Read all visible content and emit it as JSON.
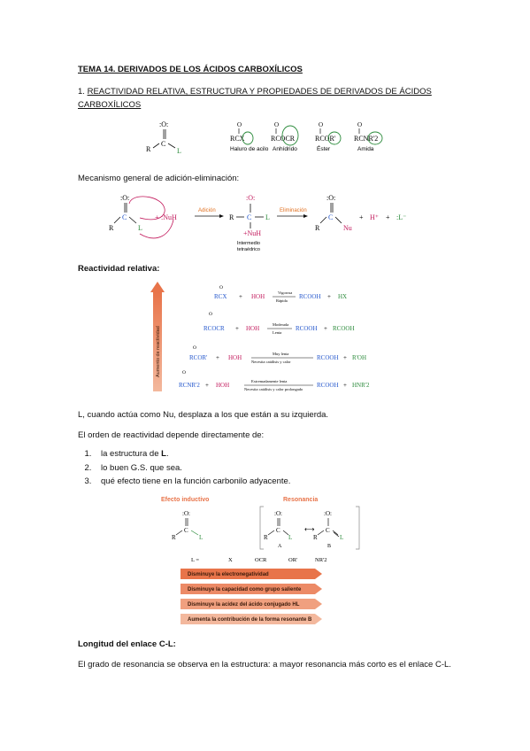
{
  "doc": {
    "title": "TEMA 14. DERIVADOS DE LOS ÁCIDOS CARBOXÍLICOS",
    "section1": {
      "num": "1.",
      "heading": "REACTIVIDAD RELATIVA, ESTRUCTURA Y PROPIEDADES DE DERIVADOS DE ÁCIDOS CARBOXÍLICOS"
    },
    "fig1": {
      "carbonyl_o": ":O:",
      "carbonyl_c": "C",
      "r": "R",
      "l": "L",
      "derivs": [
        {
          "formula": "RCX",
          "name": "Haluro de acilo"
        },
        {
          "formula": "RCOCR",
          "name": "Anhídrido"
        },
        {
          "formula": "RCOR'",
          "name": "Éster"
        },
        {
          "formula": "RCNR'2",
          "name": "Amida"
        }
      ],
      "o": "O"
    },
    "mechanism_label": "Mecanismo general de adición-eliminación:",
    "mech": {
      "nuh": ":NuH",
      "addition": "Adición",
      "elimination": "Eliminación",
      "intermediate_line1": "Intermedio",
      "intermediate_line2": "tetraédrico",
      "nuh_plus": "+NuH",
      "h_plus": "H⁺",
      "l_minus": ":L⁻",
      "nu": "Nu",
      "plus": "+"
    },
    "reactivity_label": "Reactividad relativa:",
    "reactivity": {
      "axis_label": "Aumento de reactividad",
      "rows": [
        {
          "left": "RCX",
          "reagent": "HOH",
          "cond_top": "Vigorosa",
          "cond_bottom": "Rápida",
          "product": "RCOOH",
          "byproduct": "HX"
        },
        {
          "left": "RCOCR",
          "reagent": "HOH",
          "cond_top": "Moderada",
          "cond_bottom": "Lenta",
          "product": "RCOOH",
          "byproduct": "RCOOH"
        },
        {
          "left": "RCOR'",
          "reagent": "HOH",
          "cond_top": "Muy lenta",
          "cond_bottom": "Necesita catálisis y calor",
          "product": "RCOOH",
          "byproduct": "R'OH"
        },
        {
          "left": "RCNR'2",
          "reagent": "HOH",
          "cond_top": "Extremadamente lenta",
          "cond_bottom": "Necesita catálisis y calor prolongado",
          "product": "RCOOH",
          "byproduct": "HNR'2"
        }
      ]
    },
    "para_l": "L, cuando actúa como Nu, desplaza a los que están a su izquierda.",
    "para_order": "El orden de reactividad depende directamente de:",
    "causes": [
      {
        "pre": "la estructura de ",
        "bold": "L",
        "post": "."
      },
      {
        "pre": "lo buen G.S. que sea.",
        "bold": "",
        "post": ""
      },
      {
        "pre": "qué efecto tiene en la función carbonilo adyacente.",
        "bold": "",
        "post": ""
      }
    ],
    "fig3": {
      "inductive_title": "Efecto inductivo",
      "resonance_title": "Resonancia",
      "form_a": "A",
      "form_b": "B",
      "l_row": [
        "L =",
        "X",
        "OCR",
        "OR'",
        "NR'2"
      ],
      "bars": [
        "Disminuye la electronegatividad",
        "Disminuye la capacidad como grupo saliente",
        "Disminuye la acidez del ácido conjugado HL",
        "Aumenta la contribución de la forma resonante B"
      ],
      "accent": "#e8744a",
      "accent_light": "#f3b89d"
    },
    "bond_heading": "Longitud del enlace C-L:",
    "bond_para": "El grado de resonancia se observa en la estructura: a mayor resonancia más corto es el enlace C-L."
  }
}
